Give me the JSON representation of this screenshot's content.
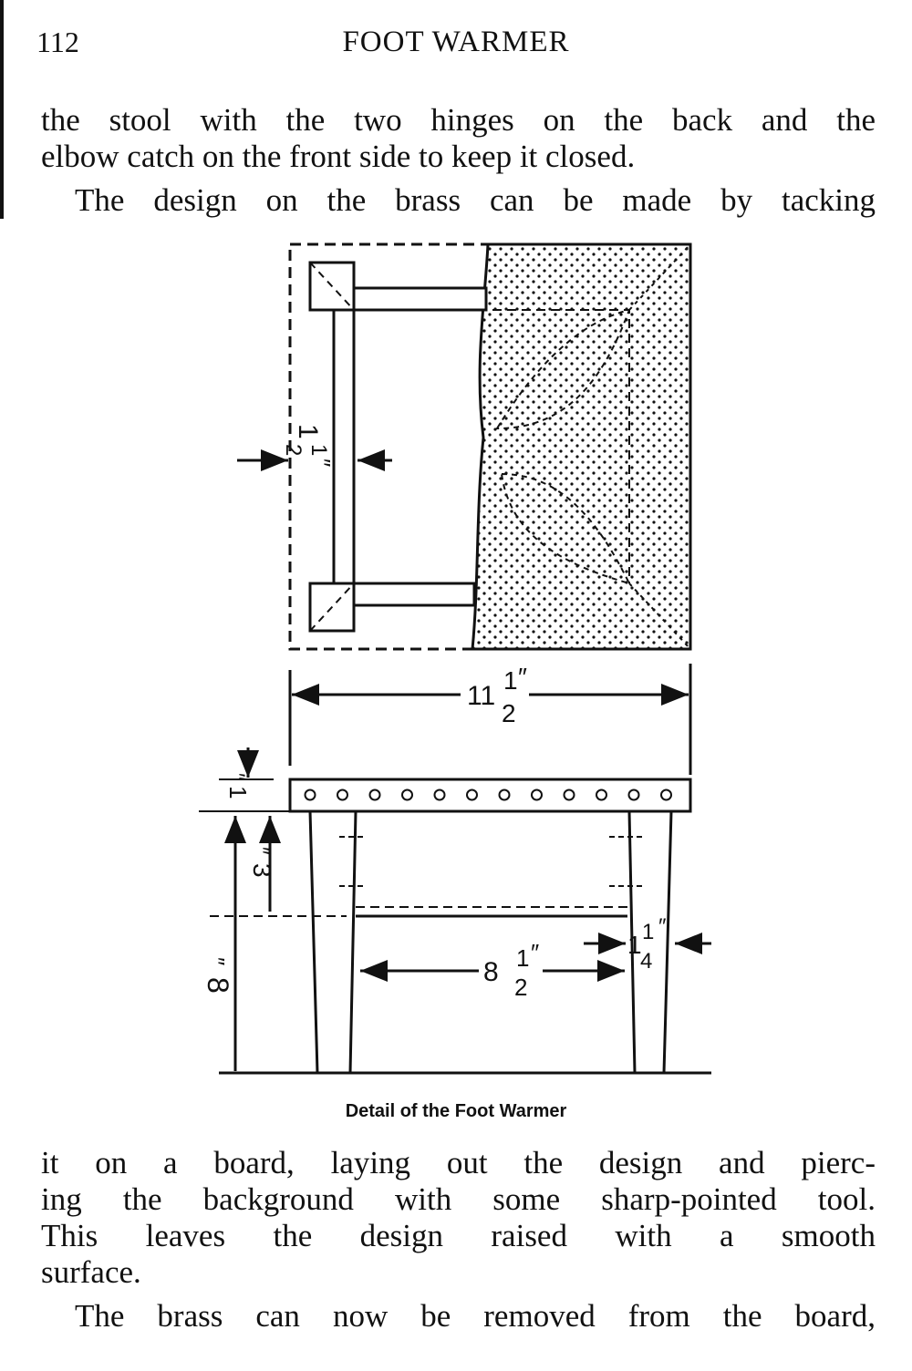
{
  "header": {
    "page_number": "112",
    "running_title": "FOOT WARMER"
  },
  "body_top": [
    "the stool with the two hinges on the back and the",
    "elbow catch on the front side to keep it closed.",
    "The design on the brass can be made by tacking"
  ],
  "figure": {
    "caption": "Detail of the Foot Warmer",
    "dimensions": {
      "rail_width": {
        "whole": "1",
        "num": "1",
        "den": "2",
        "mark": "″"
      },
      "overall_length": {
        "whole": "11",
        "num": "1",
        "den": "2",
        "mark": "″"
      },
      "top_thickness": {
        "whole": "1",
        "mark": "″"
      },
      "rail_drop": {
        "whole": "3",
        "mark": "″"
      },
      "height": {
        "whole": "8",
        "mark": "″"
      },
      "inner_span": {
        "whole": "8",
        "num": "1",
        "den": "2",
        "mark": "″"
      },
      "leg_width": {
        "whole": "1",
        "num": "1",
        "den": "4",
        "mark": "″"
      }
    }
  },
  "body_bottom": [
    "it on a board, laying out the design and pierc-",
    "ing the background with some sharp-pointed tool.",
    "This leaves the design raised with a smooth",
    "surface.",
    "The brass can now be removed from the board,"
  ]
}
